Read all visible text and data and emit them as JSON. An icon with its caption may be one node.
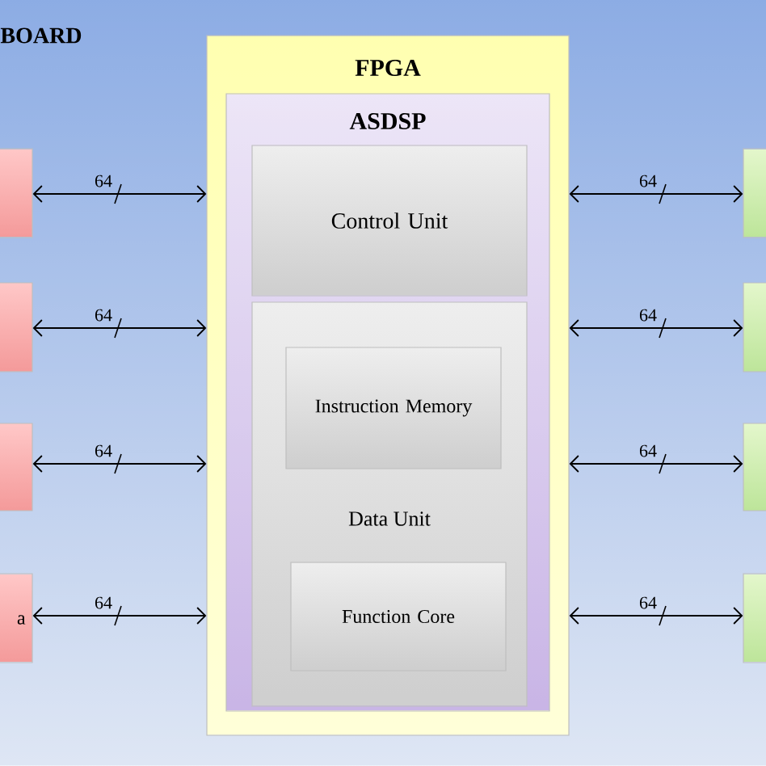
{
  "diagram": {
    "title": "BOARD",
    "nodes": [
      {
        "text": [
          "FPGA"
        ]
      },
      {
        "text": [
          "ASDSP"
        ],
        "in": 0
      },
      {
        "text": [
          "Control Unit"
        ],
        "in": 1
      },
      {
        "text": [
          "Data Unit"
        ],
        "in": 1
      },
      {
        "text": [
          "Instruction Memory"
        ],
        "in": 3
      },
      {
        "text": [
          "Function Core"
        ],
        "in": 3
      },
      {
        "text": [],
        "shape": "box"
      },
      {
        "text": [],
        "shape": "box"
      },
      {
        "text": [],
        "shape": "box"
      },
      {
        "text": [
          "a"
        ]
      },
      {
        "text": [],
        "shape": "box"
      },
      {
        "text": [],
        "shape": "box"
      },
      {
        "text": [],
        "shape": "box"
      },
      {
        "text": [],
        "shape": "box"
      }
    ],
    "edges": [
      {
        "from": 6,
        "to": 0,
        "arrow": "both",
        "label": "64"
      },
      {
        "from": 7,
        "to": 0,
        "arrow": "both",
        "label": "64"
      },
      {
        "from": 8,
        "to": 0,
        "arrow": "both",
        "label": "64"
      },
      {
        "from": 9,
        "to": 0,
        "arrow": "both",
        "label": "64"
      },
      {
        "from": 0,
        "to": 10,
        "arrow": "both",
        "label": "64"
      },
      {
        "from": 0,
        "to": 11,
        "arrow": "both",
        "label": "64"
      },
      {
        "from": 0,
        "to": 12,
        "arrow": "both",
        "label": "64"
      },
      {
        "from": 0,
        "to": 13,
        "arrow": "both",
        "label": "64"
      }
    ]
  }
}
